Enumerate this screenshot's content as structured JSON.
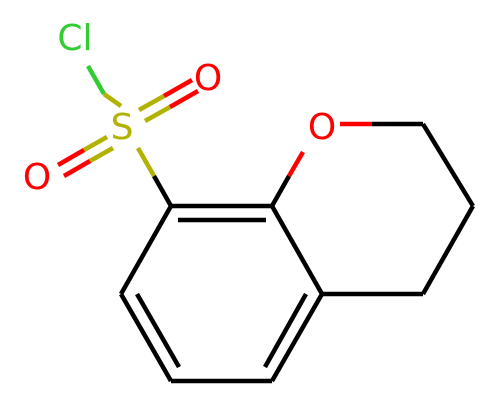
{
  "molecule": {
    "colors": {
      "bond": "#000000",
      "chlorine": "#33cc33",
      "sulfur": "#b2b200",
      "oxygen": "#ff0000",
      "background": "#ffffff"
    },
    "atoms": {
      "cl": "Cl",
      "s": "S",
      "o_top": "O",
      "o_bottom": "O",
      "o_ring": "O"
    }
  }
}
